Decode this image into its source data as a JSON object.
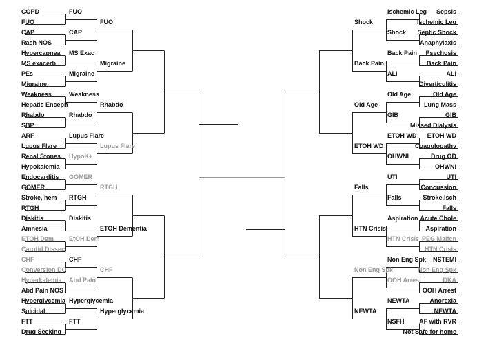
{
  "left": {
    "round1": [
      {
        "t": "COPD"
      },
      {
        "t": "FUO"
      },
      {
        "t": "CAP"
      },
      {
        "t": "Rash NOS"
      },
      {
        "t": "Hypercapnea"
      },
      {
        "t": "MS exacerb"
      },
      {
        "t": "PEs"
      },
      {
        "t": "Migraine"
      },
      {
        "t": "Weakness"
      },
      {
        "t": "Hepatic Enceph"
      },
      {
        "t": "Rhabdo"
      },
      {
        "t": "SBP"
      },
      {
        "t": "ARF"
      },
      {
        "t": "Lupus Flare"
      },
      {
        "t": "Renal Stones"
      },
      {
        "t": "Hypokalemia"
      },
      {
        "t": "Endocarditis"
      },
      {
        "t": "GOMER"
      },
      {
        "t": "Stroke, hem"
      },
      {
        "t": "RTGH"
      },
      {
        "t": "Diskitis"
      },
      {
        "t": "Amnesia"
      },
      {
        "t": "ETOH Dem",
        "muted": true
      },
      {
        "t": "Carotid Dissec",
        "muted": true
      },
      {
        "t": "CHF",
        "muted": true
      },
      {
        "t": "Conversion DO",
        "muted": true
      },
      {
        "t": "Hyperkalemia",
        "muted": true
      },
      {
        "t": "Abd Pain NOS"
      },
      {
        "t": "Hyperglycemia"
      },
      {
        "t": "Suicidal"
      },
      {
        "t": "FTT"
      },
      {
        "t": "Drug Seeking"
      }
    ],
    "round2": [
      {
        "t": "FUO"
      },
      {
        "t": "CAP"
      },
      {
        "t": "MS Exac"
      },
      {
        "t": "Migraine"
      },
      {
        "t": "Weakness"
      },
      {
        "t": "Rhabdo"
      },
      {
        "t": "Lupus  Flare"
      },
      {
        "t": "HypoK+",
        "muted": true
      },
      {
        "t": "GOMER",
        "muted": true
      },
      {
        "t": "RTGH"
      },
      {
        "t": "Diskitis"
      },
      {
        "t": "EtOH  Dem",
        "muted": true
      },
      {
        "t": "CHF"
      },
      {
        "t": "Abd Pain",
        "muted": true
      },
      {
        "t": "Hyperglycemia"
      },
      {
        "t": "FTT"
      }
    ],
    "round3": [
      {
        "t": "FUO"
      },
      {
        "t": "Migraine"
      },
      {
        "t": "Rhabdo"
      },
      {
        "t": "Lupus Flare",
        "muted": true
      },
      {
        "t": "RTGH",
        "muted": true
      },
      {
        "t": "ETOH Dementia"
      },
      {
        "t": "CHF",
        "muted": true
      },
      {
        "t": "Hyperglycemia"
      }
    ]
  },
  "right": {
    "round1": [
      {
        "t": "Sepsis"
      },
      {
        "t": "Ischemic Leg"
      },
      {
        "t": "Septic Shock"
      },
      {
        "t": "Anaphylaxis"
      },
      {
        "t": "Psychosis"
      },
      {
        "t": "Back Pain"
      },
      {
        "t": "ALI"
      },
      {
        "t": "Diverticulitis"
      },
      {
        "t": "Old Age"
      },
      {
        "t": "Lung Mass"
      },
      {
        "t": "GIB"
      },
      {
        "t": "Missed Dialysis"
      },
      {
        "t": "ETOH WD"
      },
      {
        "t": "Coagulopathy"
      },
      {
        "t": "Drug OD"
      },
      {
        "t": "OHWNI"
      },
      {
        "t": "UTI"
      },
      {
        "t": "Concussion"
      },
      {
        "t": "Stroke,Isch"
      },
      {
        "t": "Falls"
      },
      {
        "t": "Acute Chole"
      },
      {
        "t": "Aspiration"
      },
      {
        "t": "PEG Malfcn",
        "muted": true
      },
      {
        "t": "HTN Crisis",
        "muted": true
      },
      {
        "t": "NSTEMI"
      },
      {
        "t": "Non Eng Spk",
        "muted": true
      },
      {
        "t": "DKA",
        "muted": true
      },
      {
        "t": "OOH Arrest"
      },
      {
        "t": "Anorexia"
      },
      {
        "t": "NEWTA"
      },
      {
        "t": "AF with RVR"
      },
      {
        "t": "Not Safe for home"
      }
    ],
    "round2": [
      {
        "t": "Ischemic Leg"
      },
      {
        "t": "Shock"
      },
      {
        "t": "Back Pain"
      },
      {
        "t": "ALI"
      },
      {
        "t": "Old Age"
      },
      {
        "t": "GIB"
      },
      {
        "t": "ETOH WD"
      },
      {
        "t": "OHWNI"
      },
      {
        "t": "UTI"
      },
      {
        "t": "Falls"
      },
      {
        "t": "Aspiration"
      },
      {
        "t": "HTN Crisis",
        "muted": true
      },
      {
        "t": "Non Eng Spk"
      },
      {
        "t": "OOH Arrest",
        "muted": true
      },
      {
        "t": "NEWTA"
      },
      {
        "t": "NSFH"
      }
    ],
    "round3": [
      {
        "t": "Shock"
      },
      {
        "t": "Back Pain"
      },
      {
        "t": "Old Age"
      },
      {
        "t": "ETOH WD"
      },
      {
        "t": "Falls"
      },
      {
        "t": "HTN Crisis"
      },
      {
        "t": "Non Eng Spk",
        "muted": true
      },
      {
        "t": "NEWTA"
      }
    ]
  },
  "colors": {
    "line": "#222222",
    "muted_line": "#999999",
    "text": "#111111",
    "muted_text": "#9a9a9a"
  }
}
